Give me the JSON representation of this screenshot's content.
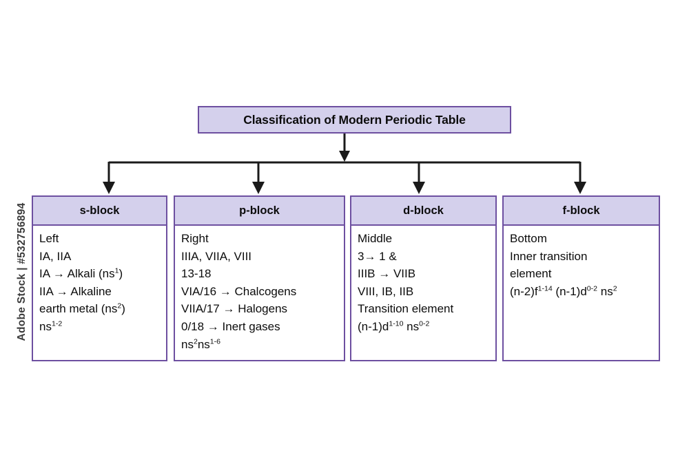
{
  "watermark": {
    "label": "Adobe Stock | #532756894"
  },
  "diagram": {
    "title": "Classification of Modern Periodic Table",
    "blocks": [
      {
        "id": "s-block",
        "header": "s-block",
        "lines": [
          {
            "text": "Left"
          },
          {
            "text": "IA, IIA"
          },
          {
            "text": "IA → Alkali (ns",
            "sup": "1",
            "tail": ")"
          },
          {
            "text": "IIA → Alkaline"
          },
          {
            "text": "earth metal (ns",
            "sup": "2",
            "tail": ")"
          },
          {
            "text": "ns",
            "sup": "1-2",
            "tail": ""
          }
        ]
      },
      {
        "id": "p-block",
        "header": "p-block",
        "lines": [
          {
            "text": "Right"
          },
          {
            "text": "IIIA, VIIA, VIII"
          },
          {
            "text": "13-18"
          },
          {
            "text": "VIA/16 → Chalcogens"
          },
          {
            "text": "VIIA/17 → Halogens"
          },
          {
            "text": "0/18 → Inert gases"
          },
          {
            "text": "ns",
            "sup": "2",
            "tail": "ns",
            "sup2": "1-6"
          }
        ]
      },
      {
        "id": "d-block",
        "header": "d-block",
        "lines": [
          {
            "text": "Middle"
          },
          {
            "text": "3→ 1 &"
          },
          {
            "text": "IIIB → VIIB"
          },
          {
            "text": "VIII, IB, IIB"
          },
          {
            "text": "Transition element"
          },
          {
            "text": "(n-1)d",
            "sup": "1-10",
            "tail": " ns",
            "sup2": "0-2"
          }
        ]
      },
      {
        "id": "f-block",
        "header": "f-block",
        "lines": [
          {
            "text": "Bottom"
          },
          {
            "text": "Inner transition"
          },
          {
            "text": "element"
          },
          {
            "text": "(n-2)f",
            "sup": "1-14",
            "tail": " (n-1)d",
            "sup2": "0-2",
            "tail2": " ns",
            "sup3": "2"
          }
        ]
      }
    ]
  },
  "colors": {
    "header_fill": "#d4d0ec",
    "border": "#6d4fa0",
    "connector": "#1a1a1a",
    "text": "#0c0c0c",
    "background": "#ffffff"
  }
}
